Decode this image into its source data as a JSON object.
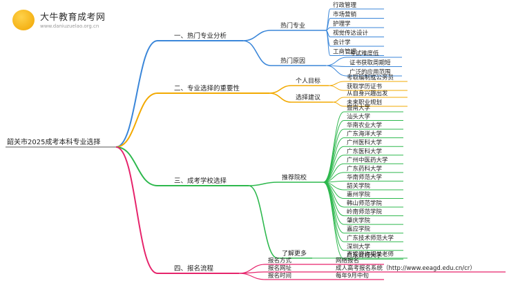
{
  "watermark": {
    "title": "大牛教育成考网",
    "url": "www.daniuzuelao.org.cn"
  },
  "root": "韶关市2025成考本科专业选择",
  "colors": {
    "blue": "#3a86d9",
    "orange": "#f2a900",
    "green": "#2db84d",
    "pink": "#e6236b",
    "text": "#222222"
  },
  "branches": {
    "b1": {
      "label": "一、热门专业分析",
      "sub1": {
        "label": "热门专业",
        "items": [
          "行政管理",
          "市场营销",
          "护理学",
          "视觉传达设计",
          "会计学",
          "工商管理"
        ]
      },
      "sub2": {
        "label": "热门原因",
        "items": [
          "考试难度低",
          "证书获取周期短",
          "广泛的应用范围"
        ]
      }
    },
    "b2": {
      "label": "二、专业选择的重要性",
      "sub1": {
        "label": "个人目标",
        "items": [
          "考取编制或公务员",
          "获取学历证书"
        ]
      },
      "sub2": {
        "label": "选择建议",
        "items": [
          "从自身兴趣出发",
          "未来职业规划"
        ]
      }
    },
    "b3": {
      "label": "三、成考学校选择",
      "sub1": {
        "label": "推荐院校",
        "items": [
          "暨南大学",
          "汕头大学",
          "华南农业大学",
          "广东海洋大学",
          "广州医科大学",
          "广东医科大学",
          "广州中医药大学",
          "广东药科大学",
          "华南师范大学",
          "韶关学院",
          "惠州学院",
          "韩山师范学院",
          "岭南师范学院",
          "肇庆学院",
          "嘉应学院",
          "广东技术师范大学",
          "深圳大学",
          "广东财经大学"
        ]
      },
      "sub2": {
        "label": "了解更多",
        "items": [
          "直接咨询相关老师"
        ]
      }
    },
    "b4": {
      "label": "四、报名流程",
      "rows": [
        {
          "label": "报名方式",
          "value": "网络报名"
        },
        {
          "label": "报名网址",
          "value": "成人高考报名系统（http://www.eeagd.edu.cn/cr）"
        },
        {
          "label": "报名时间",
          "value": "每年9月中旬"
        }
      ]
    }
  }
}
